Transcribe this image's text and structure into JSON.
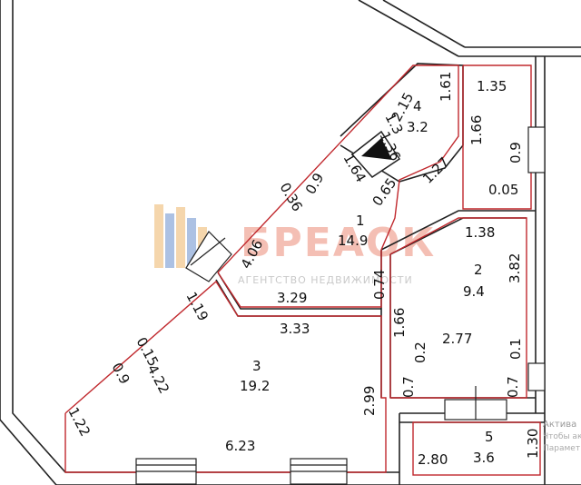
{
  "watermark": {
    "brand": "БРЕАОК",
    "tagline": "АГЕНТСТВО НЕДВИЖИМОСТИ",
    "brand_color": "#e8735a",
    "logo_colors": [
      "#e9a64a",
      "#4a78c2"
    ]
  },
  "os_notice": {
    "line1": "Актива",
    "line2": "Чтобы ак",
    "line3": "Парамет"
  },
  "rooms": [
    {
      "number": "1",
      "area": "14.9"
    },
    {
      "number": "2",
      "area": "9.4"
    },
    {
      "number": "3",
      "area": "19.2"
    },
    {
      "number": "4",
      "area": "3.2"
    },
    {
      "number": "5",
      "area": "3.6"
    }
  ],
  "dims": [
    "2.15",
    "1.61",
    "1.35",
    "1.3",
    "1.66",
    "1.36",
    "1.27",
    "1.64",
    "0.9",
    "0.65",
    "0.36",
    "0.9",
    "0.05",
    "4.06",
    "1.38",
    "3.82",
    "0.74",
    "3.29",
    "1.66",
    "1.19",
    "3.33",
    "2.77",
    "0.2",
    "0.1",
    "0.15",
    "0.9",
    "4.22",
    "0.7",
    "0.7",
    "2.99",
    "1.22",
    "6.23",
    "2.80",
    "1.30"
  ],
  "colors": {
    "wall": "#222222",
    "room_outline": "#c0282d"
  }
}
